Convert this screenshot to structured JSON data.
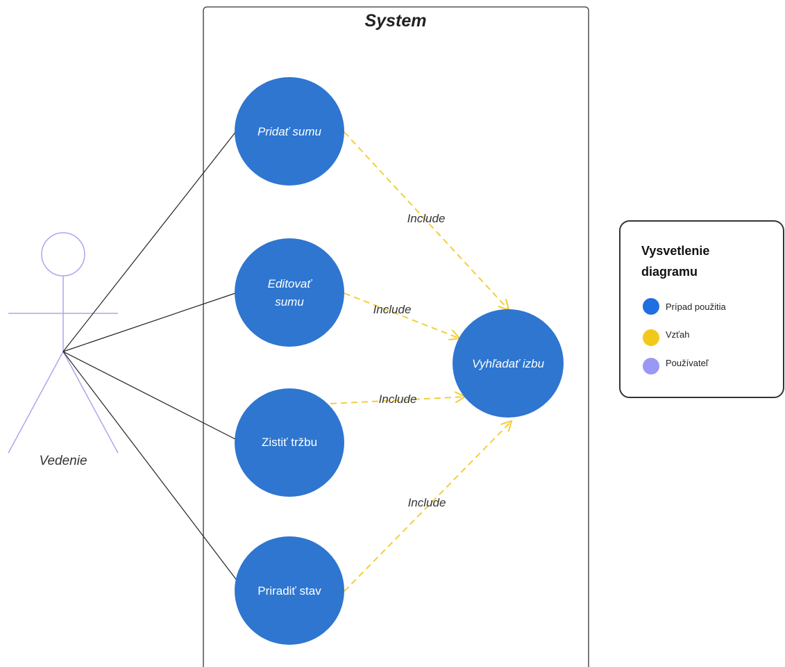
{
  "system": {
    "title": "System"
  },
  "actor": {
    "name": "Vedenie"
  },
  "use_cases": [
    {
      "id": "pridat",
      "lines": [
        "Pridať sumu"
      ],
      "italic": true
    },
    {
      "id": "editovat",
      "lines": [
        "Editovať",
        "sumu"
      ],
      "italic": true
    },
    {
      "id": "zistit",
      "lines": [
        "Zistiť tržbu"
      ],
      "italic": false
    },
    {
      "id": "priradit",
      "lines": [
        "Priradiť stav"
      ],
      "italic": false
    },
    {
      "id": "vyhladat",
      "lines": [
        "Vyhľadať izbu"
      ],
      "italic": true
    }
  ],
  "relations": [
    {
      "from": "pridat",
      "to": "vyhladat",
      "label": "Include"
    },
    {
      "from": "editovat",
      "to": "vyhladat",
      "label": "Include"
    },
    {
      "from": "zistit",
      "to": "vyhladat",
      "label": "Include"
    },
    {
      "from": "priradit",
      "to": "vyhladat",
      "label": "Include"
    }
  ],
  "legend": {
    "title_lines": [
      "Vysvetlenie",
      "diagramu"
    ],
    "items": [
      {
        "label": "Prípad použitia",
        "color": "#1f6fe0"
      },
      {
        "label": "Vzťah",
        "color": "#f2c81a"
      },
      {
        "label": "Používateľ",
        "color": "#9a97f5"
      }
    ]
  },
  "colors": {
    "use_case": "#2e76d0",
    "include": "#f2cf3a",
    "actor": "#aaa7ee",
    "association": "#222222"
  }
}
